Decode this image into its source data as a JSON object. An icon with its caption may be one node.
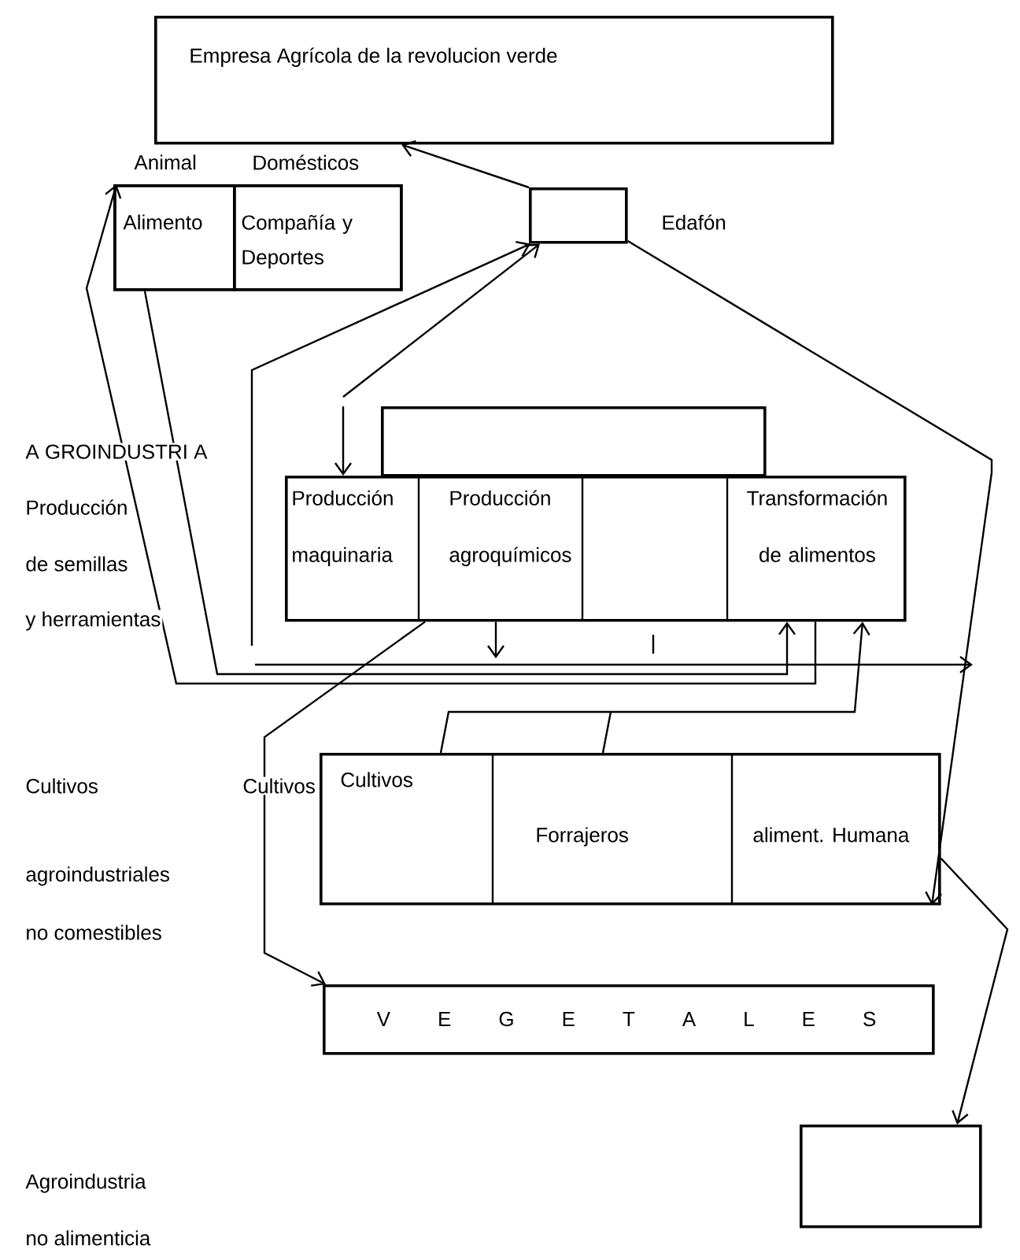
{
  "diagram": {
    "nodes": [
      {
        "text": [
          "Empresa Agrícola de la revolucion verde"
        ]
      },
      {
        "text": [
          "Animal",
          "Domésticos"
        ]
      },
      {
        "text": [
          "Alimento"
        ],
        "in": 1
      },
      {
        "text": [
          "Compañía y Deportes"
        ],
        "in": 1
      },
      {
        "text": [],
        "shape": "box",
        "beside": [
          "Edafón"
        ]
      },
      {
        "text": [],
        "shape": "box"
      },
      {
        "text": [
          "Producción maquinaria",
          "Producción agroquímicos",
          "Transformación de alimentos"
        ]
      },
      {
        "text": [
          "Cultivos",
          "Forrajeros",
          "aliment. Humana"
        ]
      },
      {
        "text": [
          "V E G E T A L E S"
        ]
      },
      {
        "text": [],
        "shape": "box"
      }
    ],
    "edges": [
      {
        "from": 4,
        "to": 0,
        "arrow": "to"
      },
      {
        "from": null,
        "to": 4,
        "arrow": "to"
      },
      {
        "from": null,
        "to": 4,
        "arrow": "to"
      },
      {
        "from": null,
        "to": 6,
        "arrow": "to"
      },
      {
        "from": 4,
        "to": 7,
        "arrow": "to"
      },
      {
        "from": 6,
        "to": null,
        "arrow": "to"
      },
      {
        "from": 2,
        "to": 6,
        "arrow": "to"
      },
      {
        "from": 6,
        "to": 1,
        "arrow": "to"
      },
      {
        "from": 7,
        "to": 6,
        "arrow": "to"
      },
      {
        "from": 6,
        "to": 8,
        "arrow": "to"
      },
      {
        "from": 7,
        "to": 9,
        "arrow": "to"
      }
    ],
    "labels": [
      "A GROINDUSTRI A",
      "Producción",
      "de semillas",
      "y herramientas",
      "Cultivos",
      "Cultivos",
      "agroindustriales",
      "no comestibles",
      "Agroindustria",
      "no alimenticia"
    ]
  }
}
